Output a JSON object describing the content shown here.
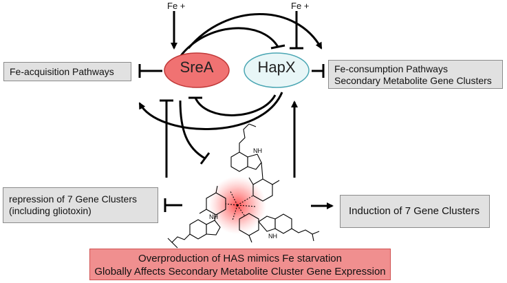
{
  "diagram": {
    "nodes": {
      "srea": {
        "label": "SreA",
        "fill": "#f07272",
        "stroke": "#c03838"
      },
      "hapx": {
        "label": "HapX",
        "fill": "#e8f6f7",
        "stroke": "#4aa6b3"
      }
    },
    "inputs": {
      "fe_left": "Fe +",
      "fe_right": "Fe +"
    },
    "boxes": {
      "fe_acquisition": "Fe-acquisition Pathways",
      "fe_consumption": [
        "Fe-consumption Pathways",
        "Secondary Metabolite Gene Clusters"
      ],
      "repression": [
        "repression of 7 Gene Clusters",
        "(including gliotoxin)"
      ],
      "induction": "Induction of 7 Gene Clusters",
      "summary": [
        "Overproduction of HAS mimics Fe starvation",
        "Globally Affects Secondary Metabolite Cluster Gene Expression"
      ]
    },
    "structure_atoms": {
      "nh_top": "NH",
      "nh_left": "NH",
      "nh_right": "NH"
    },
    "colors": {
      "arrow": "#000000",
      "summary_fill": "#f08f8f",
      "box_fill": "#e1e1e1",
      "glow": "#ff4d4d"
    }
  }
}
